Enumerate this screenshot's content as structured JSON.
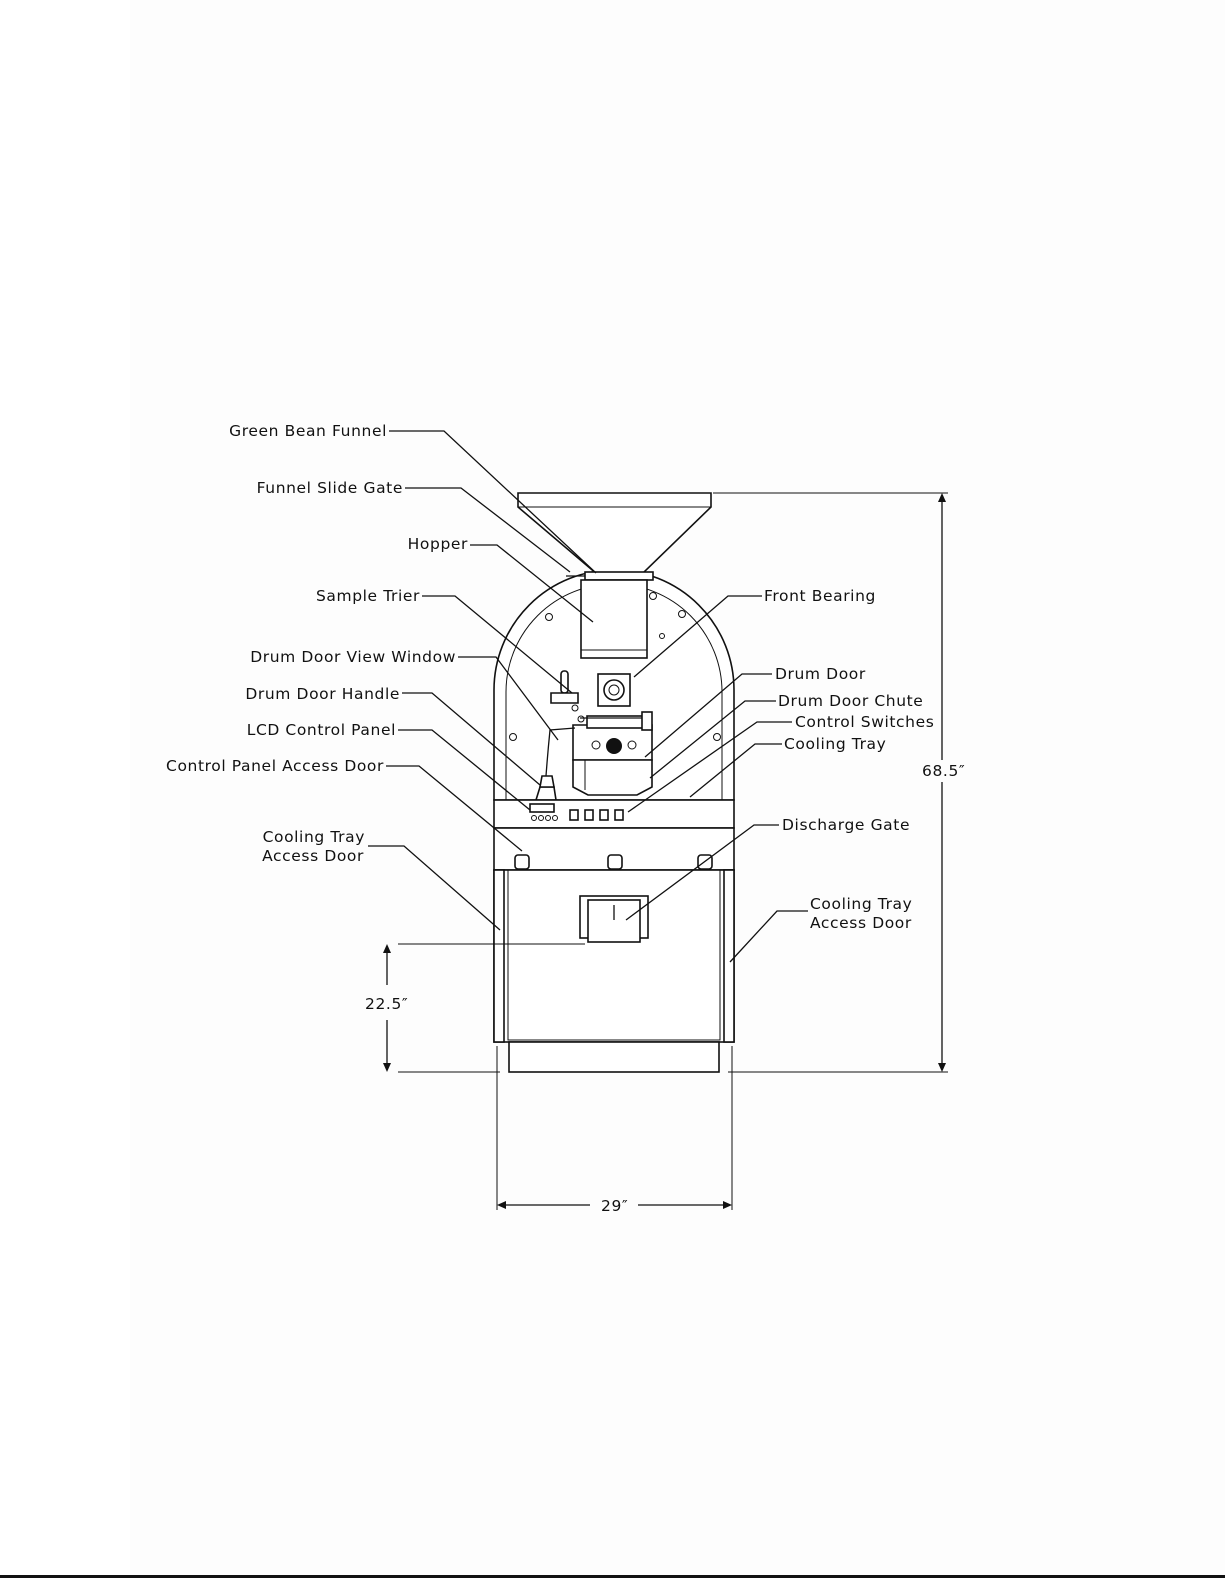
{
  "callouts": {
    "green_bean_funnel": "Green Bean Funnel",
    "funnel_slide_gate": "Funnel Slide Gate",
    "hopper": "Hopper",
    "sample_trier": "Sample Trier",
    "drum_door_view_window": "Drum Door View Window",
    "drum_door_handle": "Drum Door Handle",
    "lcd_control_panel": "LCD Control Panel",
    "control_panel_access_door": "Control Panel Access Door",
    "cooling_tray_access_door_left_1": "Cooling Tray",
    "cooling_tray_access_door_left_2": "Access Door",
    "front_bearing": "Front Bearing",
    "drum_door": "Drum Door",
    "drum_door_chute": "Drum Door Chute",
    "control_switches": "Control Switches",
    "cooling_tray": "Cooling Tray",
    "discharge_gate": "Discharge Gate",
    "cooling_tray_access_door_right_1": "Cooling Tray",
    "cooling_tray_access_door_right_2": "Access Door"
  },
  "dimensions": {
    "overall_height": "68.5″",
    "tray_height": "22.5″",
    "overall_width": "29″"
  }
}
